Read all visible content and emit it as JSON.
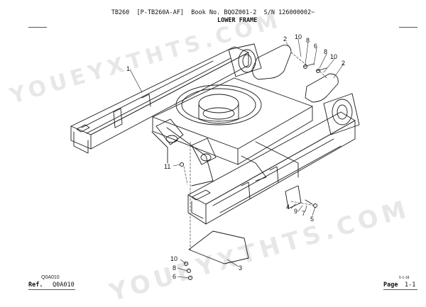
{
  "header": {
    "line1": "TB260  [P-TB260A-AF]  Book No. BQOZ001-2  S/N 126000002~",
    "line2": "LOWER FRAME"
  },
  "footer": {
    "code_small": "Q0A010",
    "ref_label": "Ref.",
    "ref_value": "Q0A010",
    "page_label": "Page",
    "page_value": "1-1",
    "revision": "5-1-18"
  },
  "watermark": {
    "text": "YOUEYXTHTS.COM"
  },
  "callouts": [
    {
      "id": "c1",
      "label": "1"
    },
    {
      "id": "c2a",
      "label": "2"
    },
    {
      "id": "c10a",
      "label": "10"
    },
    {
      "id": "c8a",
      "label": "8"
    },
    {
      "id": "c6a",
      "label": "6"
    },
    {
      "id": "c8b",
      "label": "8"
    },
    {
      "id": "c10b",
      "label": "10"
    },
    {
      "id": "c2b",
      "label": "2"
    },
    {
      "id": "c11",
      "label": "11"
    },
    {
      "id": "c4",
      "label": "4"
    },
    {
      "id": "c9",
      "label": "9"
    },
    {
      "id": "c7",
      "label": "7"
    },
    {
      "id": "c5",
      "label": "5"
    },
    {
      "id": "c3",
      "label": "3"
    },
    {
      "id": "c10c",
      "label": "10"
    },
    {
      "id": "c8c",
      "label": "8"
    },
    {
      "id": "c6c",
      "label": "6"
    }
  ]
}
